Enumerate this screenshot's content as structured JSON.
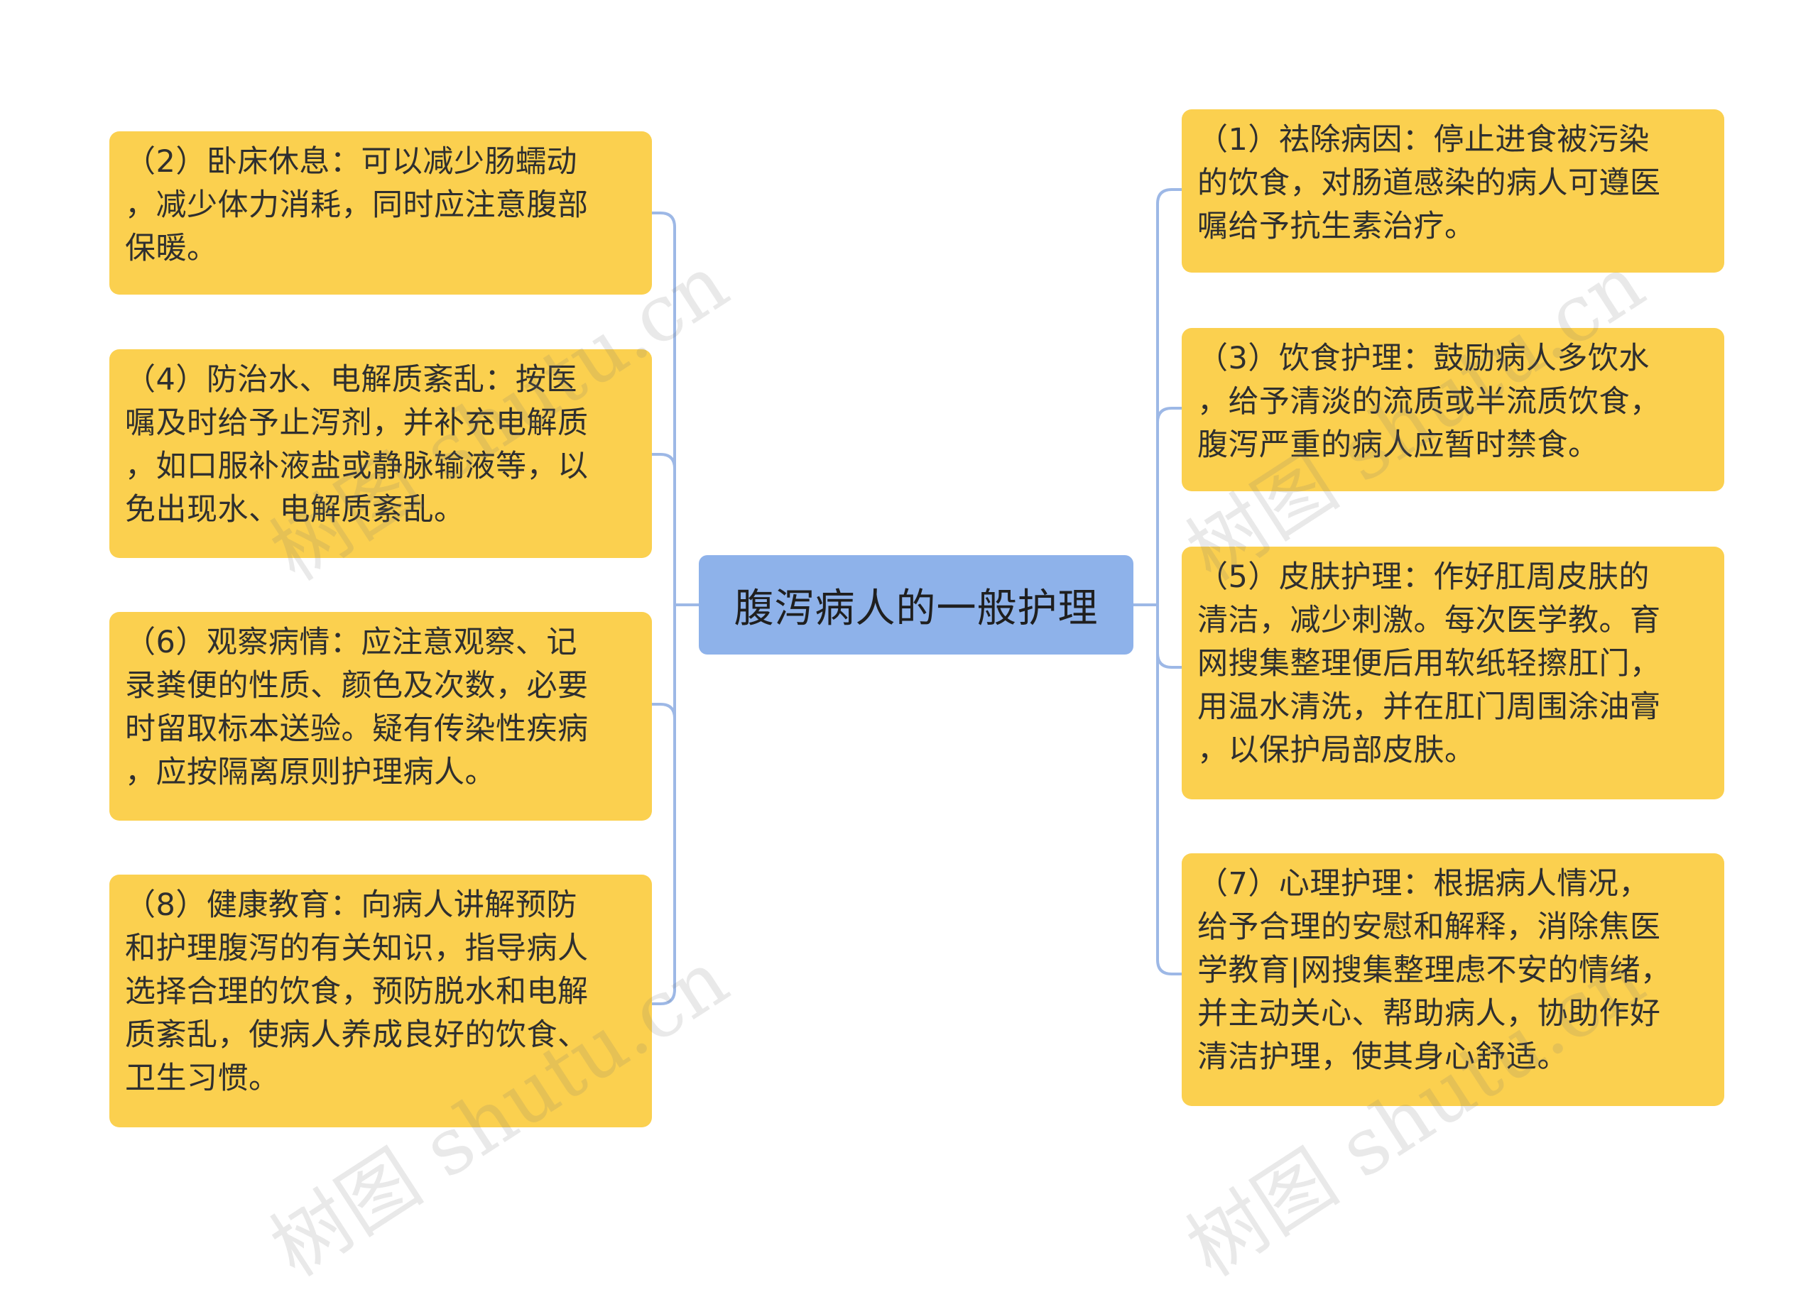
{
  "center": {
    "label": "腹泻病人的一般护理"
  },
  "left_nodes": [
    {
      "text": "（2）卧床休息：可以减少肠蠕动\n，减少体力消耗，同时应注意腹部\n保暖。"
    },
    {
      "text": "（4）防治水、电解质紊乱：按医\n嘱及时给予止泻剂，并补充电解质\n，如口服补液盐或静脉输液等，以\n免出现水、电解质紊乱。"
    },
    {
      "text": "（6）观察病情：应注意观察、记\n录粪便的性质、颜色及次数，必要\n时留取标本送验。疑有传染性疾病\n，应按隔离原则护理病人。"
    },
    {
      "text": "（8）健康教育：向病人讲解预防\n和护理腹泻的有关知识，指导病人\n选择合理的饮食，预防脱水和电解\n质紊乱，使病人养成良好的饮食、\n卫生习惯。"
    }
  ],
  "right_nodes": [
    {
      "text": "（1）祛除病因：停止进食被污染\n的饮食，对肠道感染的病人可遵医\n嘱给予抗生素治疗。"
    },
    {
      "text": "（3）饮食护理：鼓励病人多饮水\n，给予清淡的流质或半流质饮食，\n腹泻严重的病人应暂时禁食。"
    },
    {
      "text": "（5）皮肤护理：作好肛周皮肤的\n清洁，减少刺激。每次医学教。育\n网搜集整理便后用软纸轻擦肛门，\n用温水清洗，并在肛门周围涂油膏\n，以保护局部皮肤。"
    },
    {
      "text": "（7）心理护理：根据病人情况，\n给予合理的安慰和解释，消除焦医\n学教育|网搜集整理虑不安的情绪，\n并主动关心、帮助病人，协助作好\n清洁护理，使其身心舒适。"
    }
  ],
  "watermarks": [
    "树图 shutu.cn",
    "树图 shutu.cn",
    "树图 shutu.cn",
    "树图 shutu.cn"
  ],
  "colors": {
    "node_fill": "#fbd04f",
    "center_fill": "#8eb2ea",
    "connector": "#9db8e6"
  }
}
